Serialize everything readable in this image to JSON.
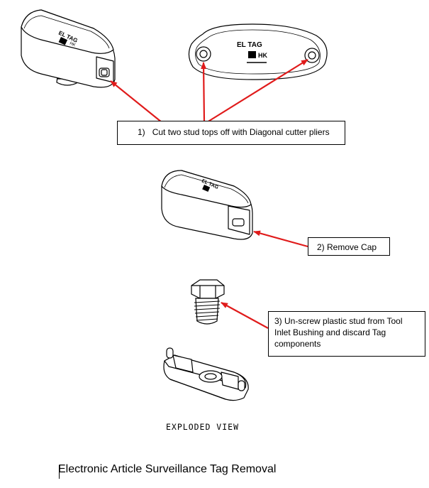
{
  "steps": [
    {
      "number": "1)",
      "text": "Cut two stud tops off with Diagonal cutter pliers"
    },
    {
      "number": "2)",
      "text": "Remove Cap"
    },
    {
      "number": "3)",
      "text": "Un-screw plastic stud from Tool Inlet Bushing and discard Tag components"
    }
  ],
  "tag_label": {
    "line1": "EL TAG",
    "line2": "HK"
  },
  "exploded_label": "EXPLODED VIEW",
  "document_title": "Electronic Article Surveillance Tag Removal",
  "colors": {
    "arrow": "#e01b1b",
    "line": "#000000",
    "fill": "#ffffff"
  }
}
